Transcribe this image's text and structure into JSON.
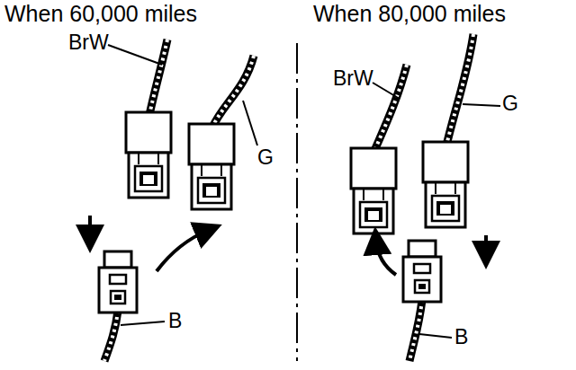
{
  "diagram": {
    "labels": [
      "When 60,000 miles",
      "When 80,000 miles",
      "BrW",
      "G",
      "B",
      "BrW",
      "G",
      "B"
    ]
  }
}
